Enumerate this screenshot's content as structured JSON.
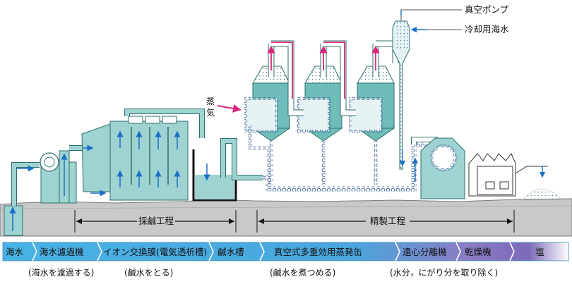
{
  "labels": {
    "vacuum_pump": "真空ポンプ",
    "cooling_seawater": "冷却用海水",
    "steam_char1": "蒸",
    "steam_char2": "気"
  },
  "phases": {
    "brine_collection": "採鹹工程",
    "refining": "精製工程"
  },
  "flow_steps": [
    "海水",
    "海水濾過機",
    "イオン交換膜(電気透析槽)",
    "鹹水槽",
    "真空式多重効用蒸発缶",
    "遠心分離機",
    "乾燥機",
    "塩"
  ],
  "flow_notes": [
    "(海水を濾過する)",
    "(鹹水をとる)",
    "(鹹水を煮つめる)",
    "(水分，にがり分を取り除く)"
  ],
  "colors": {
    "water_fill": "#9fd3d1",
    "water_stroke": "#2e6f6b",
    "ground": "#c9c9c9",
    "arrow_blue": "#1a6fc8",
    "pipe_steam": "#d9267a",
    "bar_blue": "#3fa3d8",
    "bar_purple": "#8a7bc0"
  }
}
